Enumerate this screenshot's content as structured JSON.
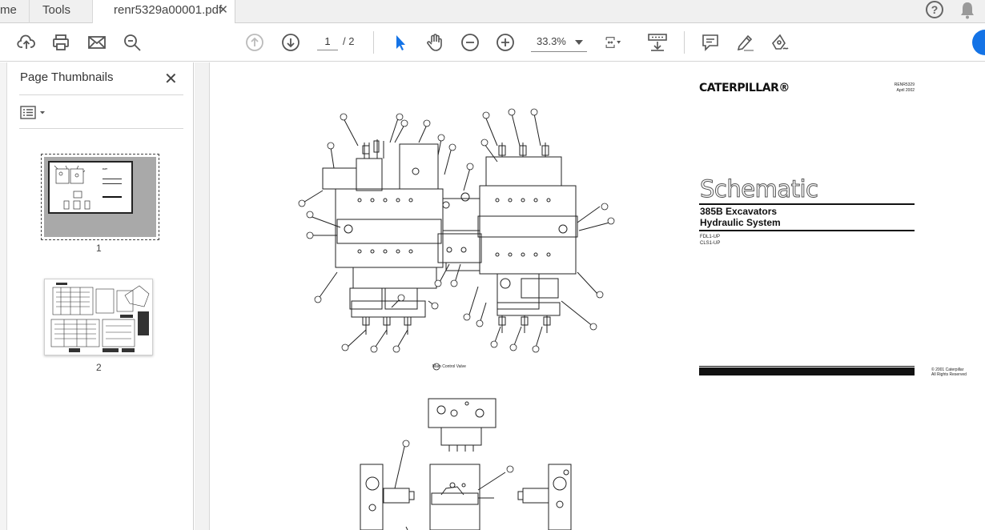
{
  "tabs": {
    "home_label": "me",
    "tools_label": "Tools",
    "doc_label": "renr5329a00001.pdf",
    "doc_close": "✕"
  },
  "toolbar": {
    "page_current": "1",
    "page_total": "/ 2",
    "zoom": "33.3%"
  },
  "thumbnails": {
    "title": "Page Thumbnails",
    "close": "✕",
    "items": [
      {
        "label": "1"
      },
      {
        "label": "2"
      }
    ]
  },
  "document": {
    "brand": "CATERPILLAR®",
    "ref_number": "RENR5329",
    "ref_date": "April 2002",
    "title": "Schematic",
    "subtitle_line1": "385B Excavators",
    "subtitle_line2": "Hydraulic System",
    "serial_1": "FDL1-UP",
    "serial_2": "CLS1-UP",
    "copyright_line1": "© 2001 Caterpillar",
    "copyright_line2": "All Rights Reserved",
    "figure_caption": "Main Control Valve"
  },
  "colors": {
    "accent": "#1473e6",
    "cursor_blue": "#1473e6"
  }
}
